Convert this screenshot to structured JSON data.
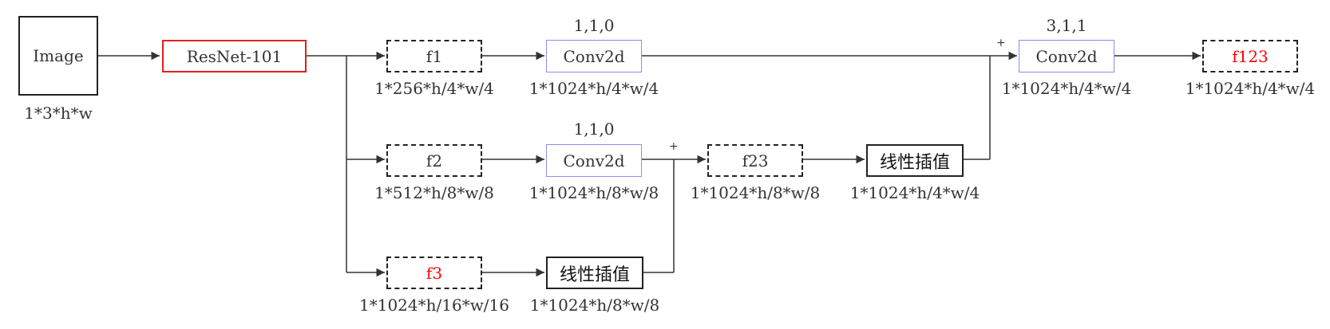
{
  "nodes": {
    "image": {
      "label": "Image",
      "shape": "1*3*h*w"
    },
    "resnet": {
      "label": "ResNet-101"
    },
    "f1": {
      "label": "f1",
      "shape": "1*256*h/4*w/4"
    },
    "f2": {
      "label": "f2",
      "shape": "1*512*h/8*w/8"
    },
    "f3": {
      "label": "f3",
      "shape": "1*1024*h/16*w/16"
    },
    "conv_a": {
      "label": "Conv2d",
      "params": "1,1,0",
      "shape": "1*1024*h/4*w/4"
    },
    "conv_b": {
      "label": "Conv2d",
      "params": "1,1,0",
      "shape": "1*1024*h/8*w/8"
    },
    "interp_a": {
      "label": "线性插值",
      "shape": "1*1024*h/8*w/8"
    },
    "f23": {
      "label": "f23",
      "shape": "1*1024*h/8*w/8"
    },
    "interp_b": {
      "label": "线性插值",
      "shape": "1*1024*h/4*w/4"
    },
    "conv_c": {
      "label": "Conv2d",
      "params": "3,1,1",
      "shape": "1*1024*h/4*w/4"
    },
    "f123": {
      "label": "f123",
      "shape": "1*1024*h/4*w/4"
    }
  },
  "sum_symbol": "+",
  "colors": {
    "highlight_red": "#ff0000",
    "conv_border": "#8a8ef0",
    "resnet_border": "#e02020",
    "line": "#333333"
  }
}
